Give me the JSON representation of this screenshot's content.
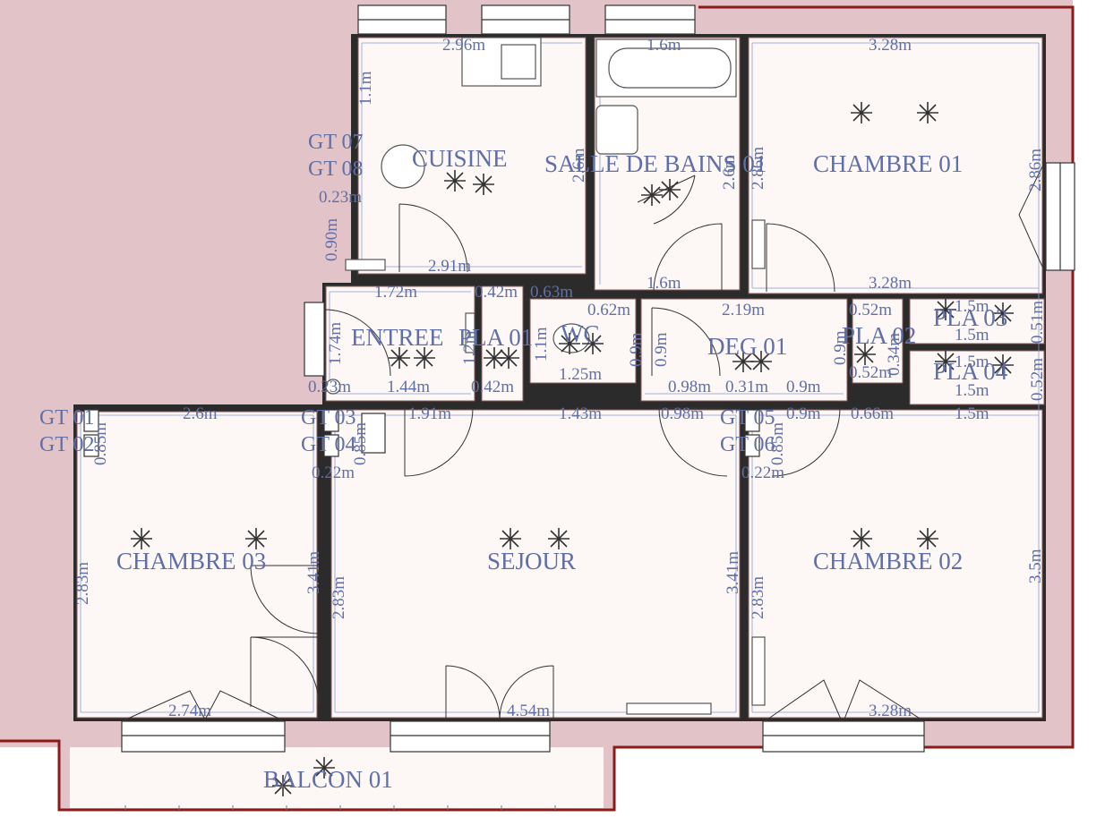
{
  "rooms": {
    "cuisine": "CUISINE",
    "salle_de_bains": "SALLE DE BAINS 01",
    "chambre_01": "CHAMBRE 01",
    "entree": "ENTREE",
    "pla_01": "PLA 01",
    "wc": "WC",
    "deg_01": "DEG 01",
    "pla_02": "PLA 02",
    "pla_03": "PLA 03",
    "pla_04": "PLA 04",
    "chambre_03": "CHAMBRE 03",
    "sejour": "SEJOUR",
    "chambre_02": "CHAMBRE 02",
    "balcon_01": "BALCON 01"
  },
  "markers": {
    "gt01": "GT 01",
    "gt02": "GT 02",
    "gt03": "GT 03",
    "gt04": "GT 04",
    "gt05": "GT 05",
    "gt06": "GT 06",
    "gt07": "GT 07",
    "gt08": "GT 08"
  },
  "dimensions": {
    "cuisine_top": "2.96m",
    "sdb_top": "1.6m",
    "ch01_top": "3.28m",
    "cuisine_side": "1.1m",
    "cuisine_bottom": "2.91m",
    "cuisine_0_23": "0.23m",
    "cuisine_0_90": "0.90m",
    "sdb_side": "2.6m",
    "sdb_side2": "2.6m",
    "ch01_left": "2.86m",
    "ch01_right": "2.86m",
    "entree_top": "1.72m",
    "pla01_top": "0.42m",
    "wc_top": "0.63m",
    "deg_top": "1.6m",
    "ch01_bottom": "3.28m",
    "wc_062": "0.62m",
    "deg_219": "2.19m",
    "pla02_052": "0.52m",
    "pla03_15": "1.5m",
    "pla03_15b": "1.5m",
    "pla03_051": "0.51m",
    "pla04_15": "1.5m",
    "pla04_15b": "1.5m",
    "pla04_052": "0.52m",
    "entree_side": "1.74m",
    "pla01_side": "1.2m",
    "wc_side": "1.1m",
    "wc_125": "1.25m",
    "deg_09a": "0.9m",
    "deg_09b": "0.9m",
    "pla02_09": "0.9m",
    "pla02_052b": "0.52m",
    "pla02_034": "0.34m",
    "entree_bottom": "1.44m",
    "entree_023": "0.23m",
    "pla01_bottom": "0.42m",
    "deg_098": "0.98m",
    "deg_031": "0.31m",
    "deg_09c": "0.9m",
    "sejour_top": "1.91m",
    "sejour_143": "1.43m",
    "deg_098b": "0.98m",
    "deg_09d": "0.9m",
    "ch02_066": "0.66m",
    "ch02_15": "1.5m",
    "ch03_top": "2.6m",
    "gt_022a": "0.22m",
    "gt_022b": "0.22m",
    "gt_085a": "0.85m",
    "gt_085b": "0.85m",
    "gt_085c": "0.85m",
    "ch03_left": "2.83m",
    "ch03_right": "3.41m",
    "sejour_left": "2.83m",
    "sejour_right": "3.41m",
    "ch02_left": "2.83m",
    "ch02_right": "3.5m",
    "ch03_bottom": "2.74m",
    "sejour_bottom": "4.54m",
    "ch02_bottom": "3.28m"
  },
  "colors": {
    "exterior": "#e2c4c8",
    "wall": "#2b2b2b",
    "outline": "#8b1a1a",
    "label": "#5f6fa8",
    "floor": "#fdf7f6"
  }
}
